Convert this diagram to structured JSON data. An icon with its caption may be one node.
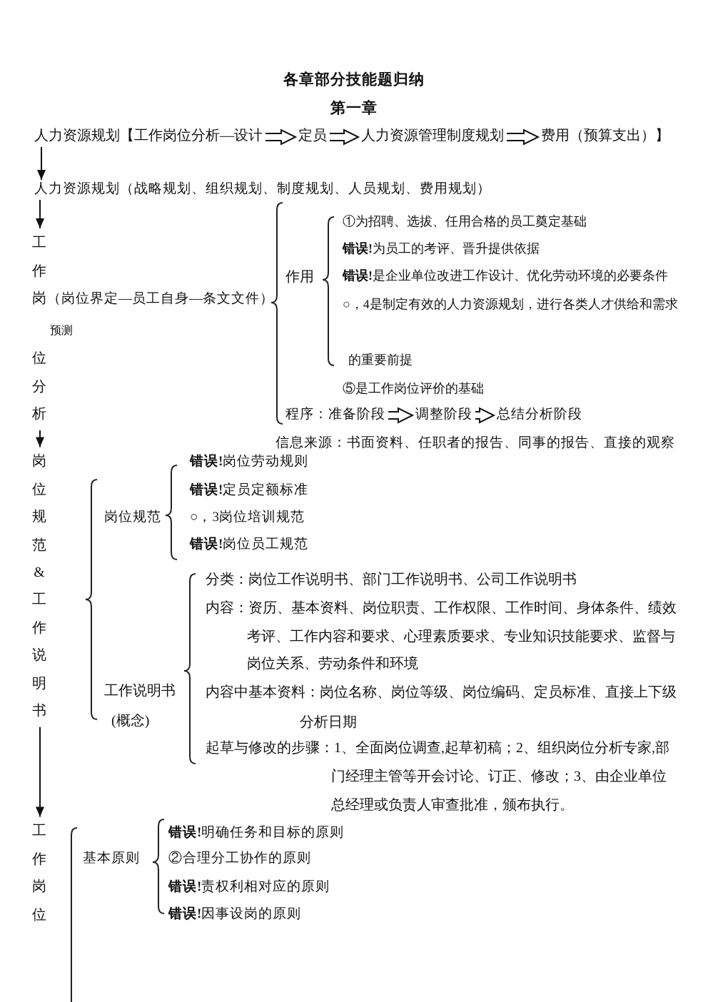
{
  "diagram": {
    "title": "各章部分技能题归纳",
    "nodes": [
      {
        "text": [
          "人力资源规划【工作岗位分析—设计"
        ]
      },
      {
        "text": [
          "定员"
        ]
      },
      {
        "text": [
          "人力资源管理制度规划"
        ]
      },
      {
        "text": [
          "费用（预算支出）】"
        ]
      },
      {
        "text": [
          "人力资源规划（战略规划、组织规划、制度规划、人员规划、费用规划）"
        ]
      },
      {
        "text": [
          "工作岗位分析"
        ],
        "beside": [
          "（岗位界定—员工自身—条文文件）"
        ]
      },
      {
        "text": [
          "程序：准备阶段"
        ]
      },
      {
        "text": [
          "调整阶段"
        ]
      },
      {
        "text": [
          "总结分析阶段"
        ]
      },
      {
        "text": [
          "岗位规范&工作说明书"
        ]
      },
      {
        "text": [
          "工作岗位"
        ]
      }
    ],
    "edges": [
      {
        "from": 0,
        "to": 1,
        "arrow": "to"
      },
      {
        "from": 1,
        "to": 2,
        "arrow": "to"
      },
      {
        "from": 2,
        "to": 3,
        "arrow": "to"
      },
      {
        "from": 0,
        "to": 4,
        "arrow": "to"
      },
      {
        "from": 4,
        "to": 5,
        "arrow": "to"
      },
      {
        "from": 6,
        "to": 7,
        "arrow": "to"
      },
      {
        "from": 7,
        "to": 8,
        "arrow": "to"
      },
      {
        "from": 5,
        "to": 9,
        "arrow": "to"
      },
      {
        "from": 9,
        "to": 10,
        "arrow": "to"
      }
    ],
    "labels": [
      "第一章",
      "①为招聘、选拔、任用合格的员工奠定基础",
      "**错误!**为员工的考评、晋升提供依据",
      "作用",
      "**错误!**是企业单位改进工作设计、优化劳动环境的必要条件",
      "○，4是制定有效的人力资源规划，进行各类人才供给和需求",
      "预测",
      "的重要前提",
      "⑤是工作岗位评价的基础",
      "信息来源：书面资料、任职者的报告、同事的报告、直接的观察",
      "**错误!**岗位劳动规则",
      "**错误!**定员定额标准",
      "岗位规范",
      "○，3岗位培训规范",
      "**错误!**岗位员工规范",
      "分类：岗位工作说明书、部门工作说明书、公司工作说明书",
      "内容：资历、基本资料、岗位职责、工作权限、工作时间、身体条件、绩效考评、工作内容和要求、心理素质要求、专业知识技能要求、监督与岗位关系、劳动条件和环境",
      "工作说明书",
      "内容中基本资料：岗位名称、岗位等级、岗位编码、定员标准、直接上下级分析日期",
      "(概念)",
      "起草与修改的步骤：1、全面岗位调查,起草初稿；2、组织岗位分析专家,部门经理主管等开会讨论、订正、修改；3、由企业单位总经理或负责人审查批准，颁布执行。",
      "**错误!**明确任务和目标的原则",
      "基本原则",
      "②合理分工协作的原则",
      "**错误!**责权利相对应的原则",
      "**错误!**因事设岗的原则"
    ]
  }
}
